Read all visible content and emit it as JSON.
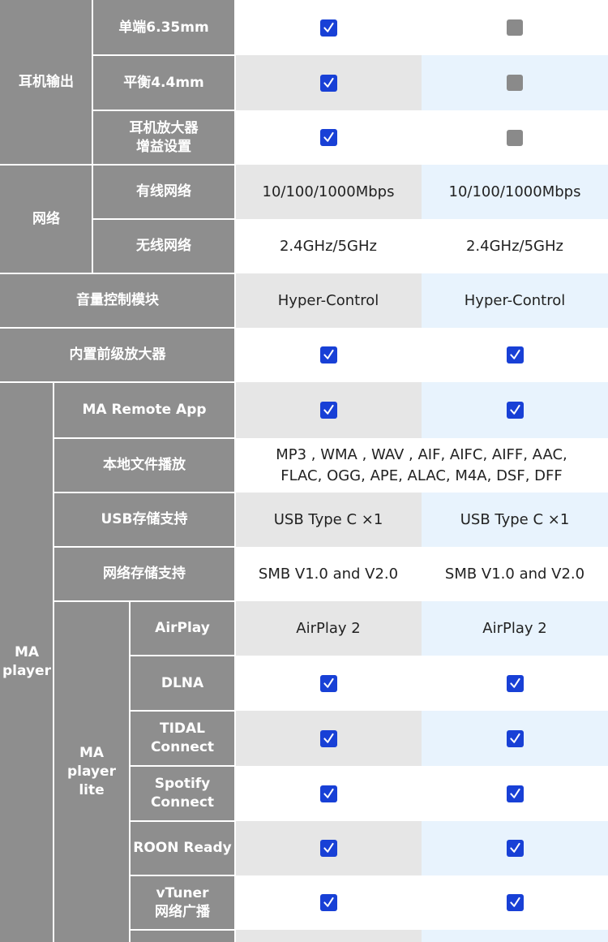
{
  "rows": {
    "headphone_out": {
      "group_label": "耳机输出",
      "se": {
        "label": "单端6.35mm",
        "col1": true,
        "col2": false
      },
      "bal": {
        "label": "平衡4.4mm",
        "col1": true,
        "col2": false
      },
      "gain": {
        "label": "耳机放大器\n增益设置",
        "col1": true,
        "col2": false
      }
    },
    "network": {
      "group_label": "网络",
      "wired": {
        "label": "有线网络",
        "col1": "10/100/1000Mbps",
        "col2": "10/100/1000Mbps"
      },
      "wireless": {
        "label": "无线网络",
        "col1": "2.4GHz/5GHz",
        "col2": "2.4GHz/5GHz"
      }
    },
    "volume": {
      "label": "音量控制模块",
      "col1": "Hyper-Control",
      "col2": "Hyper-Control"
    },
    "preamp": {
      "label": "内置前级放大器",
      "col1": true,
      "col2": true
    },
    "ma_player": {
      "group_label": "MA\nplayer",
      "remote_app": {
        "label": "MA Remote App",
        "col1": true,
        "col2": true
      },
      "local_files": {
        "label": "本地文件播放",
        "value": "MP3 , WMA , WAV , AIF, AIFC, AIFF, AAC,\nFLAC, OGG, APE, ALAC, M4A, DSF, DFF"
      },
      "usb": {
        "label": "USB存储支持",
        "col1": "USB Type C ×1",
        "col2": "USB Type C ×1"
      },
      "nas": {
        "label": "网络存储支持",
        "col1": "SMB V1.0 and V2.0",
        "col2": "SMB V1.0 and V2.0"
      },
      "lite": {
        "group_label": "MA\nplayer lite",
        "airplay": {
          "label": "AirPlay",
          "col1": "AirPlay 2",
          "col2": "AirPlay 2"
        },
        "dlna": {
          "label": "DLNA",
          "col1": true,
          "col2": true
        },
        "tidal": {
          "label": "TIDAL\nConnect",
          "col1": true,
          "col2": true
        },
        "spotify": {
          "label": "Spotify\nConnect",
          "col1": true,
          "col2": true
        },
        "roon": {
          "label": "ROON Ready",
          "col1": true,
          "col2": true
        },
        "vtuner": {
          "label": "vTuner\n网络广播",
          "col1": true,
          "col2": true
        }
      }
    }
  },
  "colors": {
    "header_bg": "#8e8e8e",
    "col1_alt": "#e6e6e6",
    "col2_alt": "#e8f3fd",
    "check_blue": "#1840d6",
    "unchecked_gray": "#8a8a8a"
  }
}
